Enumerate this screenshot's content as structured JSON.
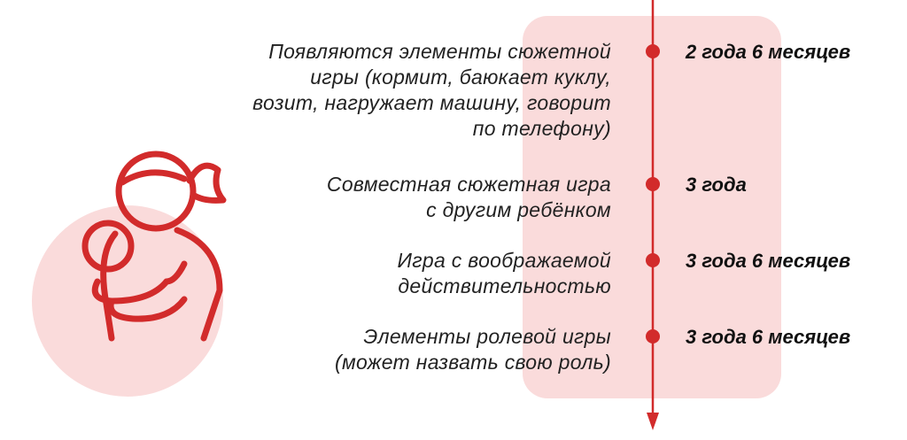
{
  "colors": {
    "accent": "#d22b2b",
    "panel": "#fadbdb",
    "text": "#222222"
  },
  "icon": "mother-holding-baby-icon",
  "milestones": [
    {
      "description": "Появляются элементы сюжетной игры (кормит, баюкает куклу, возит, нагружает машину, говорит по телефону)",
      "lines": [
        "Появляются элементы сюжетной",
        "игры (кормит, баюкает куклу,",
        "возит, нагружает машину, говорит",
        "по телефону)"
      ],
      "age": "2 года 6 месяцев"
    },
    {
      "description": "Совместная сюжетная игра с другим ребёнком",
      "lines": [
        "Совместная сюжетная игра",
        "с другим ребёнком"
      ],
      "age": "3 года"
    },
    {
      "description": "Игра с воображаемой действительностью",
      "lines": [
        "Игра с воображаемой",
        "действительностью"
      ],
      "age": "3 года 6 месяцев"
    },
    {
      "description": "Элементы ролевой игры (может назвать свою роль)",
      "lines": [
        "Элементы ролевой игры",
        "(может назвать свою роль)"
      ],
      "age": "3 года 6 месяцев"
    }
  ]
}
